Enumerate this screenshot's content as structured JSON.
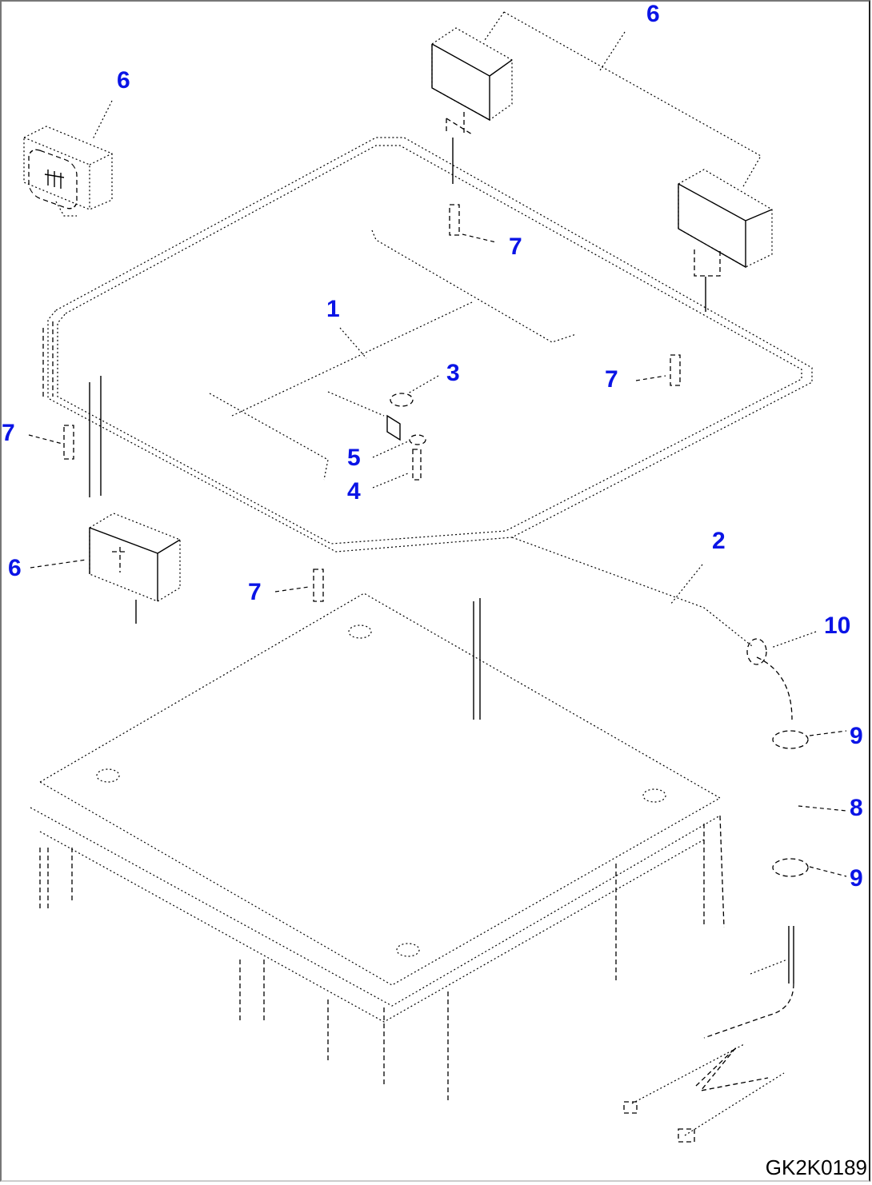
{
  "drawing": {
    "id": "GK2K0189",
    "callout_color": "#0a14e6"
  },
  "callouts": [
    {
      "label": "6",
      "part": "work-lamp-rear-left"
    },
    {
      "label": "6",
      "part": "work-lamp-top-pair"
    },
    {
      "label": "1",
      "part": "wiring-harness-main"
    },
    {
      "label": "3",
      "part": "clip"
    },
    {
      "label": "5",
      "part": "washer"
    },
    {
      "label": "4",
      "part": "bolt"
    },
    {
      "label": "7",
      "part": "bolt-top"
    },
    {
      "label": "7",
      "part": "bolt-right"
    },
    {
      "label": "7",
      "part": "bolt-left"
    },
    {
      "label": "7",
      "part": "bolt-front"
    },
    {
      "label": "6",
      "part": "work-lamp-front-left"
    },
    {
      "label": "2",
      "part": "wiring-harness-branch"
    },
    {
      "label": "10",
      "part": "grommet"
    },
    {
      "label": "9",
      "part": "grommet-upper"
    },
    {
      "label": "8",
      "part": "cab-roof"
    },
    {
      "label": "9",
      "part": "grommet-lower"
    }
  ]
}
